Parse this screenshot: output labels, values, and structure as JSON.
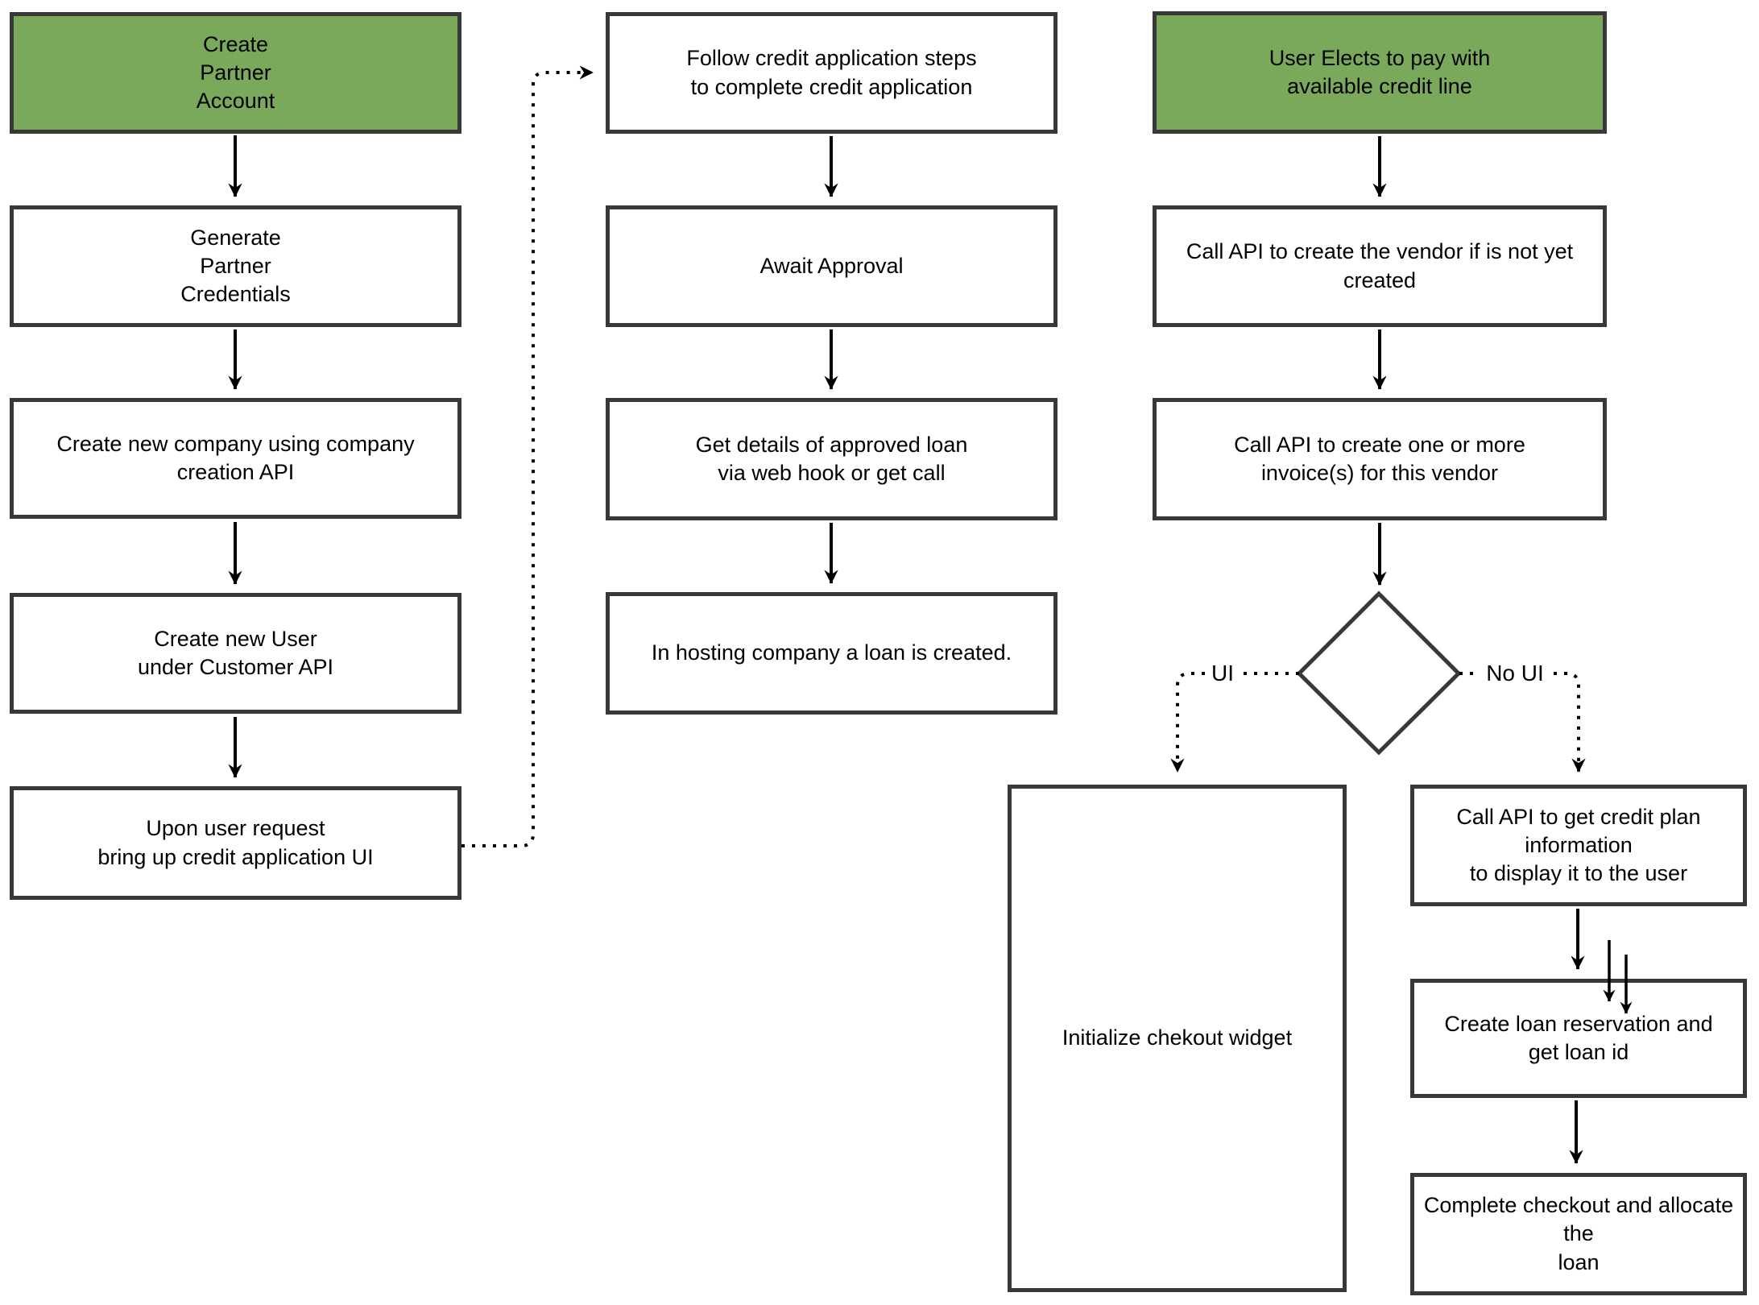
{
  "colors": {
    "green": "#7aa95c",
    "border": "#383838",
    "line": "#000000",
    "background": "#ffffff"
  },
  "nodes": {
    "create_partner_account": {
      "label": "Create\nPartner\nAccount"
    },
    "generate_partner_credentials": {
      "label": "Generate\nPartner\nCredentials"
    },
    "create_new_company": {
      "label": "Create new company using company creation API"
    },
    "create_new_user": {
      "label": "Create new User\nunder Customer API"
    },
    "upon_user_request": {
      "label": "Upon user request\nbring up credit application UI"
    },
    "follow_credit_steps": {
      "label": "Follow credit application steps\nto complete credit application"
    },
    "await_approval": {
      "label": "Await Approval"
    },
    "get_details_approved_loan": {
      "label": "Get details of approved loan\nvia web hook or get call"
    },
    "in_hosting_loan_created": {
      "label": "In hosting company a loan is created."
    },
    "user_elects_pay": {
      "label": "User Elects to pay with\navailable credit line"
    },
    "call_api_create_vendor": {
      "label": "Call API to create the vendor if is not yet created"
    },
    "call_api_create_invoices": {
      "label": "Call API to create one or more\ninvoice(s) for this vendor"
    },
    "initialize_checkout_widget": {
      "label": "Initialize chekout widget"
    },
    "call_api_credit_plan": {
      "label": "Call API to get credit plan information\nto display it to the user"
    },
    "create_loan_reservation": {
      "label": "Create loan reservation and\nget loan id"
    },
    "complete_checkout": {
      "label": "Complete checkout and allocate the\nloan"
    }
  },
  "edge_labels": {
    "ui": "UI",
    "no_ui": "No UI"
  }
}
